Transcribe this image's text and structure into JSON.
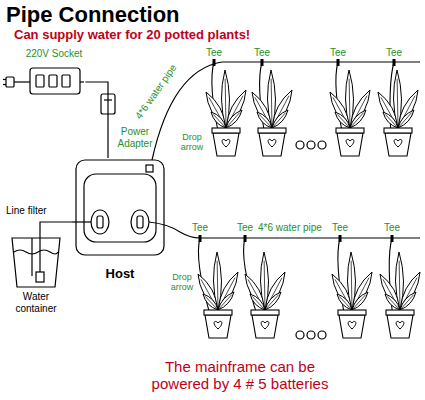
{
  "diagram": {
    "title": "Pipe Connection",
    "caption": "The mainframe can be powered by 4 # 5 batteries",
    "nodes": [
      {
        "text": [
          "220V Socket"
        ]
      },
      {
        "text": [
          "Host"
        ]
      },
      {
        "text": [
          "Water container"
        ]
      }
    ],
    "edges": [
      {
        "from": 0,
        "to": 1,
        "arrow": "none"
      },
      {
        "from": 2,
        "to": 1,
        "arrow": "none"
      }
    ],
    "labels": [
      "Can supply water for 20 potted plants!",
      "Power Adapter",
      "4*6 water pipe",
      "Tee",
      "Tee",
      "Tee",
      "Tee",
      "Drop arrow",
      "Line filter",
      "4*6 water pipe",
      "Tee",
      "Tee",
      "Tee",
      "Tee",
      "Drop arrow"
    ]
  }
}
